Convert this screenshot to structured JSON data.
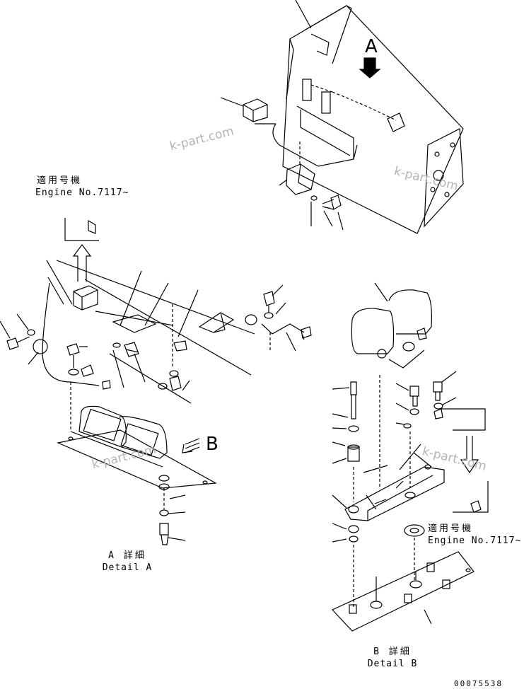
{
  "view_label": "A",
  "detail_view_label": "B",
  "applicability_top": {
    "line1": "適用号機",
    "line2": "Engine No.7117~"
  },
  "applicability_right": {
    "line1": "適用号機",
    "line2": "Engine No.7117~"
  },
  "detail_a": {
    "line1": "A 詳細",
    "line2": "Detail A"
  },
  "detail_b": {
    "line1": "B 詳細",
    "line2": "Detail B"
  },
  "watermark_text": "k-part.com",
  "drawing_number": "00075538"
}
